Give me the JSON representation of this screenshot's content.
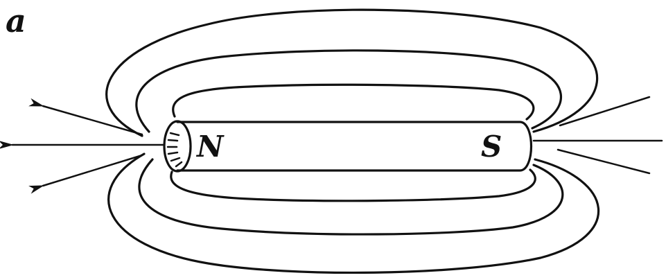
{
  "figure": {
    "panel_label": "a",
    "north_pole_label": "N",
    "south_pole_label": "S"
  },
  "colors": {
    "ink": "#111111",
    "background": "#ffffff"
  }
}
